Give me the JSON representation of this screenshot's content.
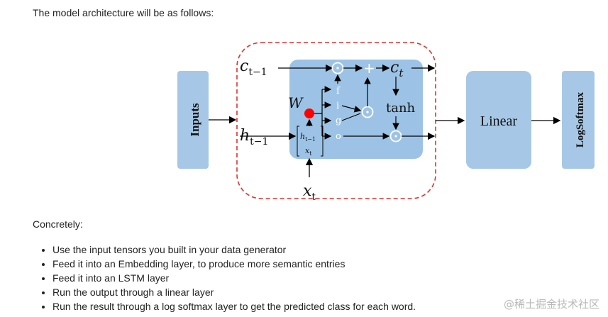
{
  "intro_text": "The model architecture will be as follows:",
  "diagram": {
    "inputs_label": "Inputs",
    "c_prev_label": "c",
    "c_prev_sub": "t−1",
    "h_prev_label": "h",
    "h_prev_sub": "t−1",
    "x_label": "x",
    "x_sub": "t",
    "c_out_label": "c",
    "c_out_sub": "t",
    "w_label": "W",
    "gate_f": "f",
    "gate_i": "i",
    "gate_g": "g",
    "gate_o": "o",
    "plus_label": "+",
    "tanh_label": "tanh",
    "vec_top": "h",
    "vec_top_sub": "t−1",
    "vec_bottom": "x",
    "vec_bottom_sub": "t",
    "linear_label": "Linear",
    "logsoftmax_label": "LogSoftmax",
    "colors": {
      "block_fill": "#a6c8e6",
      "lstm_fill": "#9cc3e5",
      "dashed_border": "#e0302c",
      "w_dot": "#ff0000"
    }
  },
  "concretely_text": "Concretely:",
  "bullets": [
    "Use the input tensors you built in your data generator",
    "Feed it into an Embedding layer, to produce more semantic entries",
    "Feed it into an LSTM layer",
    "Run the output through a linear layer",
    "Run the result through a log softmax layer to get the predicted class for each word."
  ],
  "watermark": "@稀土掘金技术社区"
}
